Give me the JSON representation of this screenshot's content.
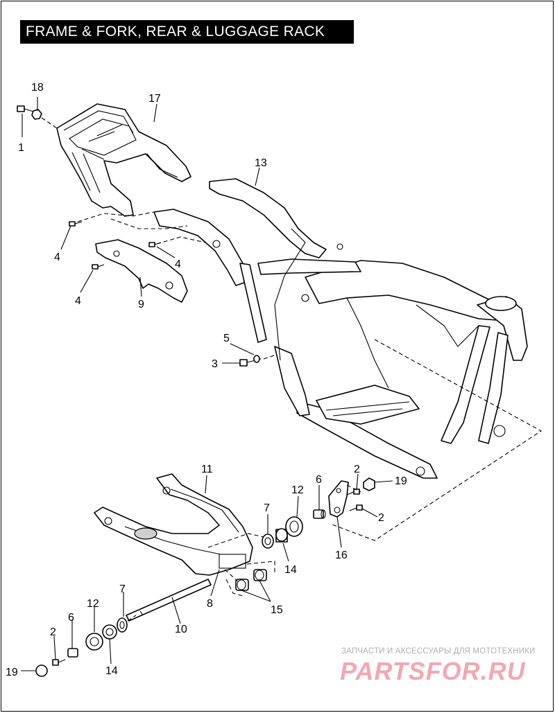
{
  "title": "FRAME & FORK, REAR & LUGGAGE RACK",
  "callouts": {
    "c1": "1",
    "c18": "18",
    "c17": "17",
    "c13": "13",
    "c4a": "4",
    "c4b": "4",
    "c4c": "4",
    "c9": "9",
    "c5": "5",
    "c3": "3",
    "c11": "11",
    "c12a": "12",
    "c6a": "6",
    "c7a": "7",
    "c2a": "2",
    "c19a": "19",
    "c2b": "2",
    "c16": "16",
    "c14a": "14",
    "c8": "8",
    "c15": "15",
    "c10": "10",
    "c7b": "7",
    "c12b": "12",
    "c6b": "6",
    "c2c": "2",
    "c19b": "19",
    "c14b": "14"
  },
  "watermark": {
    "tagline": "ЗАПЧАСТИ И АКСЕССУАРЫ ДЛЯ МОТОТЕХНИКИ",
    "logo": "PARTSFOR.RU"
  },
  "colors": {
    "ink": "#000000",
    "background": "#ffffff",
    "watermark_logo": "#f2a8b1",
    "watermark_text": "#b0b0b0"
  }
}
